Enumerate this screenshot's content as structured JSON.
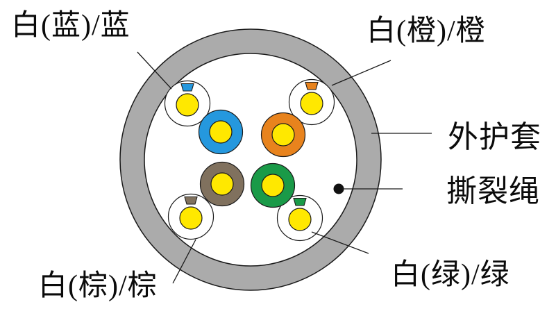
{
  "labels": {
    "pair_blue": "白(蓝)/蓝",
    "pair_orange": "白(橙)/橙",
    "pair_brown": "白(棕)/棕",
    "pair_green": "白(绿)/绿",
    "jacket": "外护套",
    "rip_cord": "撕裂绳"
  },
  "colors": {
    "jacket_gray": "#ABABAB",
    "insulation_white": "#FFFFFF",
    "copper_yellow": "#FFE800",
    "blue": "#2598DE",
    "orange": "#E8831D",
    "brown": "#80715E",
    "green": "#1A9A48",
    "rip_cord_black": "#111111",
    "outline": "#1A1A1A"
  },
  "diagram": {
    "type": "cable-cross-section",
    "jacket_label": "外护套",
    "rip_cord_label": "撕裂绳",
    "pairs": [
      {
        "label": "白(蓝)/蓝",
        "stripe_wire": "white-with-blue-stripe",
        "solid_wire": "blue",
        "position": "top-left"
      },
      {
        "label": "白(橙)/橙",
        "stripe_wire": "white-with-orange-stripe",
        "solid_wire": "orange",
        "position": "top-right"
      },
      {
        "label": "白(棕)/棕",
        "stripe_wire": "white-with-brown-stripe",
        "solid_wire": "brown",
        "position": "bottom-left"
      },
      {
        "label": "白(绿)/绿",
        "stripe_wire": "white-with-green-stripe",
        "solid_wire": "green",
        "position": "bottom-right"
      }
    ]
  }
}
